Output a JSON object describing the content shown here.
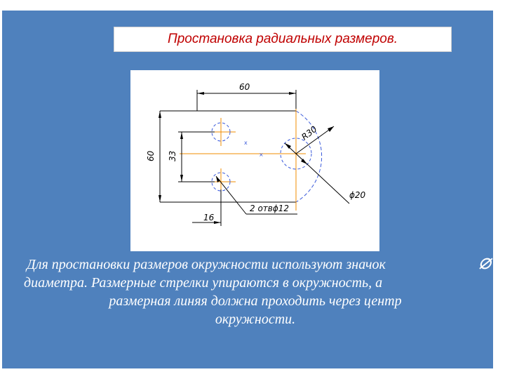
{
  "slide": {
    "title": "Простановка радиальных размеров.",
    "background_color": "#4f81bd",
    "title_color": "#c00000",
    "caption_lines": [
      "Для простановки размеров окружности используют значок",
      "диаметра. Размерные стрелки упираются в окружность, а",
      "размерная линяя должна проходить через центр",
      "окружности."
    ],
    "diameter_symbol": "⌀"
  },
  "drawing": {
    "dim_60_top": "60",
    "dim_60_left": "60",
    "dim_33": "33",
    "dim_16": "16",
    "dim_r30": "R30",
    "dim_d20": "ϕ20",
    "dim_holes": "2 отвϕ12",
    "line_color": "#000000",
    "dash_color": "#3b5bdb",
    "axis_color": "#f08c00"
  }
}
